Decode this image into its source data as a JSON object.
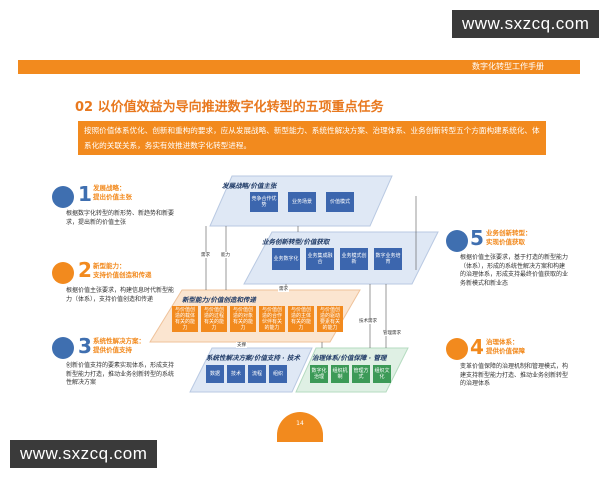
{
  "watermark_top": "www.sxzcq.com",
  "watermark_bottom": "www.sxzcq.com",
  "header": {
    "title": "数字化转型工作手册"
  },
  "section": {
    "heading": "02 以价值效益为导向推进数字化转型的五项重点任务",
    "intro": "按照价值体系优化、创新和重构的要求，应从发展战略、新型能力、系统性解决方案、治理体系、业务创新转型五个方面构建系统化、体系化的关联关系，务实有效推进数字化转型进程。"
  },
  "callouts": [
    {
      "num": "1",
      "title": "发展战略：\n提出价值主张",
      "desc": "根据数字化转型的新形势、新趋势和新要求，提出新的价值主张"
    },
    {
      "num": "2",
      "title": "新型能力：\n支持价值创造和传递",
      "desc": "根据价值主张要求，构建信息时代新型能力（体系），支持价值创造和传递"
    },
    {
      "num": "3",
      "title": "系统性解决方案：\n提供价值支持",
      "desc": "创新价值支持的要素实现体系，形成支持新型能力打造，推动业务创新转型的系统性解决方案"
    },
    {
      "num": "4",
      "title": "治理体系：\n提供价值保障",
      "desc": "变革价值保障的治理机制和管理模式，构建支持新型能力打造、推动业务创新转型的治理体系"
    },
    {
      "num": "5",
      "title": "业务创新转型：\n实现价值获取",
      "desc": "根据价值主张要求，基于打造的新型能力（体系），形成的系统性解决方案和构建的治理体系，形成支持最终价值获取的业务新模式和新业态"
    }
  ],
  "diagram": {
    "layer1": {
      "label": "发展战略/价值主张",
      "boxes": [
        "竞争合作优势",
        "业务场景",
        "价值模式"
      ]
    },
    "layer2": {
      "label": "业务创新转型/价值获取",
      "boxes": [
        "业务数字化",
        "业务集成融合",
        "业务模式创新",
        "数字业务培育"
      ]
    },
    "layer3": {
      "label": "新型能力/价值创造和传递",
      "boxes": [
        "与价值创造的载体有关的能力",
        "与价值创造的过程有关的能力",
        "与价值创造的对象有关的能力",
        "与价值创造的合作伙伴有关的能力",
        "与价值创造的主体有关的能力",
        "与价值创造的驱动要素有关的能力"
      ]
    },
    "layer4a": {
      "label": "系统性解决方案/价值支持 · 技术",
      "boxes": [
        "数据",
        "技术",
        "流程",
        "组织"
      ]
    },
    "layer4b": {
      "label": "治理体系/价值保障 · 管理",
      "boxes": [
        "数字化治理",
        "组织机制",
        "管理方式",
        "组织文化"
      ]
    },
    "arrow_labels": {
      "demand": "需求",
      "capability": "能力",
      "tech_demand": "技术需求",
      "mgmt_demand": "管理需求",
      "support": "支撑"
    }
  },
  "footer": {
    "page": "14"
  }
}
